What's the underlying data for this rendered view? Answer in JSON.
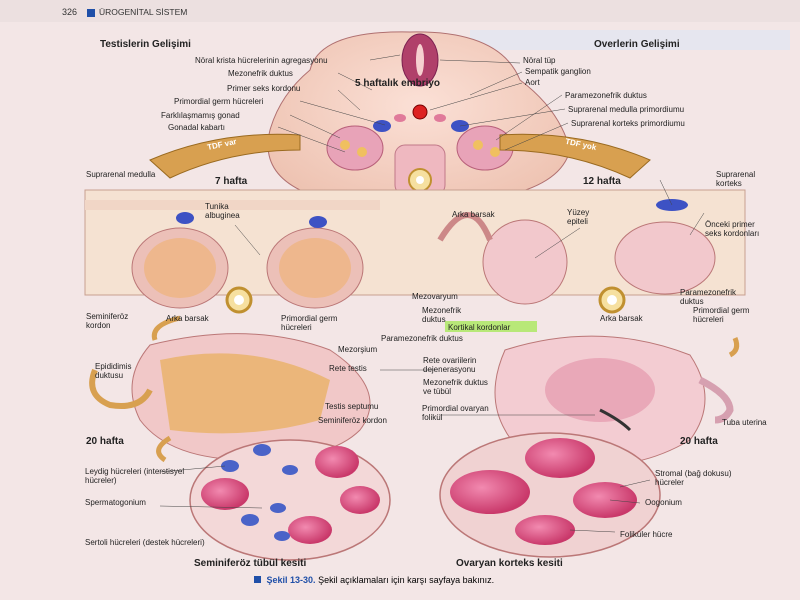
{
  "header": {
    "page_number": "326",
    "chapter": "ÜROGENİTAL SİSTEM"
  },
  "titles": {
    "left": "Testislerin Gelişimi",
    "right": "Overlerin Gelişimi",
    "center": "5 haftalık embriyo",
    "tdf_var": "TDF var",
    "tdf_yok": "TDF yok",
    "week7": "7 hafta",
    "week12": "12 hafta",
    "week20_left": "20 hafta",
    "week20_right": "20 hafta",
    "bottom_left": "Seminiferöz tübül kesiti",
    "bottom_right": "Ovaryan korteks kesiti"
  },
  "labels": {
    "noral_krista": "Nöral krista hücrelerinin agregasyonu",
    "mezonefrik_duktus": "Mezonefrik duktus",
    "primer_seks": "Primer seks kordonu",
    "primordial_germ": "Primordial germ hücreleri",
    "farklilasmamis": "Farklılaşmamış gonad",
    "gonadal_kabarti": "Gonadal kabartı",
    "noral_tup": "Nöral tüp",
    "sempatik": "Sempatik ganglion",
    "aort": "Aort",
    "paramezonefrik_top": "Paramezonefrik duktus",
    "suprarenal_medulla_prim": "Suprarenal medulla primordiumu",
    "suprarenal_korteks_prim": "Suprarenal korteks primordiumu",
    "suprarenal_medulla": "Suprarenal medulla",
    "tunika": "Tunika albuginea",
    "arka_barsak_center": "Arka barsak",
    "suprarenal_korteks": "Suprarenal korteks",
    "yuzey_epiteli": "Yüzey epiteli",
    "onceki_primer": "Önceki primer seks kordonları",
    "seminiferoz_kordon_left": "Seminiferöz kordon",
    "arka_barsak_left": "Arka barsak",
    "primordial_germ_left": "Primordial germ hücreleri",
    "mezovaryum": "Mezovaryum",
    "mezonefrik_duktus_mid": "Mezonefrik duktus",
    "kortikal_kordonlar": "Kortikal kordonlar",
    "paramezonefrik_mid": "Paramezonefrik duktus",
    "arka_barsak_right": "Arka barsak",
    "paramezonefrik_right": "Paramezonefrik duktus",
    "primordial_germ_right": "Primordial germ hücreleri",
    "mezorsium": "Mezorşium",
    "epididimis": "Epididimis duktusu",
    "rete_testis": "Rete testis",
    "rete_ovarii": "Rete ovariilerin dejenerasyonu",
    "mezonefrik_tubul": "Mezonefrik duktus ve tübül",
    "testis_septumu": "Testis septumu",
    "seminiferoz_kordon_bottom": "Seminiferöz kordon",
    "primordial_ovaryan": "Primordial ovaryan folikül",
    "tuba_uterina": "Tuba uterina",
    "leydig": "Leydig hücreleri (interstisyel hücreler)",
    "spermatogonium": "Spermatogonium",
    "sertoli": "Sertoli hücreleri (destek hücreleri)",
    "stromal": "Stromal (bağ dokusu) hücreler",
    "oogonium": "Oogonium",
    "folikuler": "Foliküler hücre"
  },
  "caption": {
    "figure": "Şekil 13-30.",
    "text": "Şekil açıklamaları için karşı sayfaya bakınız."
  },
  "colors": {
    "accent_blue": "#1f4fa8",
    "tissue_pink": "#e9a8b8",
    "tissue_orange": "#e0a040",
    "cell_blue": "#4a63c8",
    "background": "#f3e6e6",
    "highlight": "#b8e878"
  }
}
